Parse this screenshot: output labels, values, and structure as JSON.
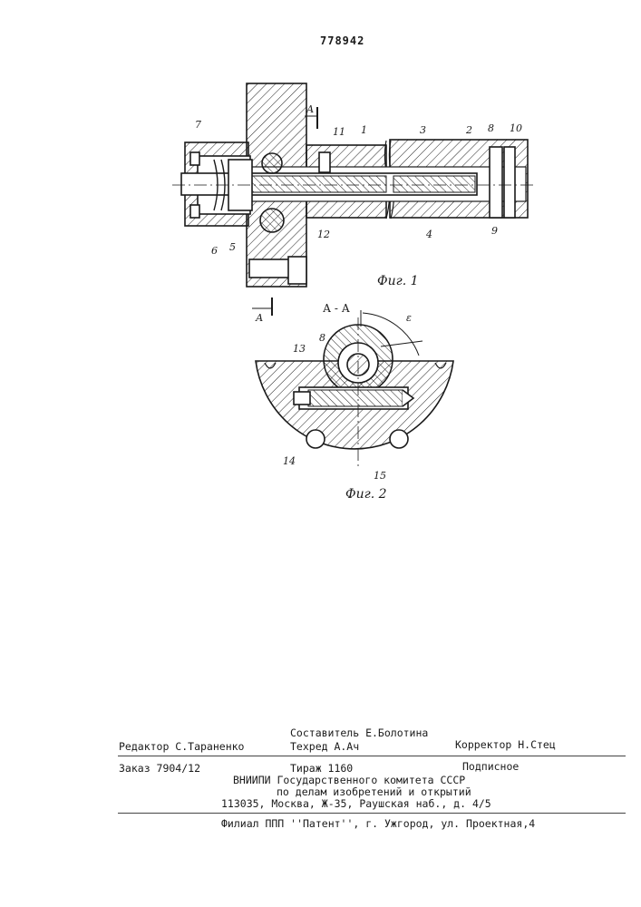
{
  "patent_number": "778942",
  "figures": {
    "fig1": {
      "caption": "Фиг. 1",
      "section_mark": "А",
      "section_mark_top": "А",
      "part_labels": [
        "7",
        "6",
        "5",
        "11",
        "1",
        "3",
        "2",
        "8",
        "10",
        "9",
        "4",
        "12"
      ]
    },
    "fig2": {
      "caption": "Фиг. 2",
      "section_title": "А - А",
      "angle_label": "ε",
      "part_labels": [
        "8",
        "13",
        "14",
        "15"
      ]
    }
  },
  "imprint": {
    "editor": "Редактор С.Тараненко",
    "compiler": "Составитель Е.Болотина",
    "tech_editor": "Техред А.Ач",
    "corrector": "Корректор Н.Стец",
    "order": "Заказ 7904/12",
    "circulation": "Тираж 1160",
    "subscription": "Подписное",
    "org_line1": "ВНИИПИ Государственного комитета СССР",
    "org_line2": "по делам изобретений и открытий",
    "address": "113035, Москва, Ж-35, Раушская наб., д. 4/5",
    "branch": "Филиал ППП ''Патент'', г. Ужгород, ул. Проектная,4"
  }
}
